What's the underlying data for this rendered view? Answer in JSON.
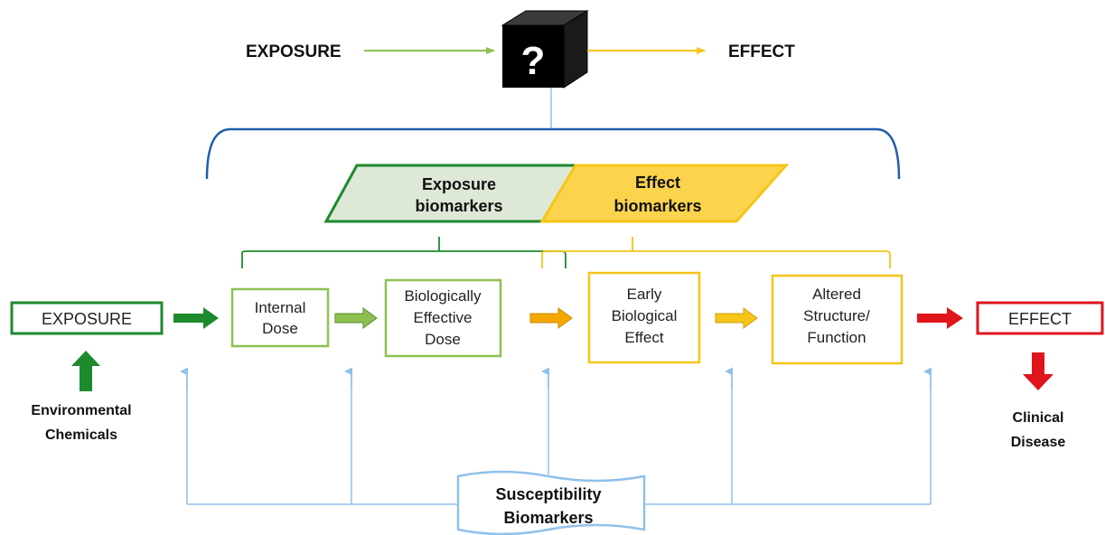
{
  "top": {
    "exposure": "EXPOSURE",
    "effect": "EFFECT",
    "black_box_symbol": "?"
  },
  "biomarkers": {
    "exposure_line1": "Exposure",
    "exposure_line2": "biomarkers",
    "effect_line1": "Effect",
    "effect_line2": "biomarkers"
  },
  "flow": {
    "exposure": "EXPOSURE",
    "internal_dose": [
      "Internal",
      "Dose"
    ],
    "biologically_effective_dose": [
      "Biologically",
      "Effective",
      "Dose"
    ],
    "early_biological_effect": [
      "Early",
      "Biological",
      "Effect"
    ],
    "altered_structure_function": [
      "Altered",
      "Structure/",
      "Function"
    ],
    "effect": "EFFECT"
  },
  "side": {
    "environmental_chemicals": [
      "Environmental",
      "Chemicals"
    ],
    "clinical_disease": [
      "Clinical",
      "Disease"
    ]
  },
  "susceptibility": [
    "Susceptibility",
    "Biomarkers"
  ],
  "colors": {
    "dark_green": "#1e8a2e",
    "light_green": "#8cc152",
    "light_green_fill": "#dde8d6",
    "yellow": "#f5c518",
    "yellow_fill": "#fcd34d",
    "orange": "#f5a700",
    "red": "#e0141b",
    "blue": "#1f5fad",
    "light_blue": "#8fc1ea"
  },
  "icons": {
    "black_box": "cube-icon",
    "up_arrow": "up-arrow-icon",
    "down_arrow": "down-arrow-icon"
  }
}
